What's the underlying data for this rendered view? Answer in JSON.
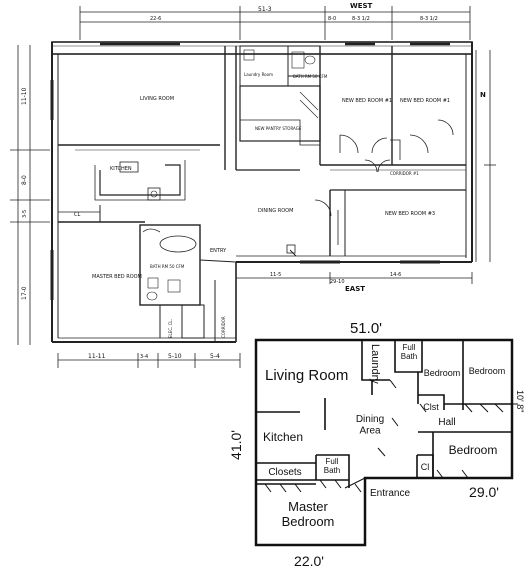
{
  "blueprint": {
    "compass": {
      "west": "WEST",
      "east": "EAST",
      "north": "N"
    },
    "dimensions": {
      "overall_top": "51-3",
      "top_left": "22-6",
      "top_mid": "8-0",
      "top_right": "8-3 1/2",
      "top_far_right": "8-3 1/2",
      "left_upper": "11-10",
      "left_mid": "8-0",
      "left_small": "3-5",
      "left_lower": "17-0",
      "bottom_a": "11-11",
      "bottom_b": "3-4",
      "bottom_c": "5-10",
      "bottom_d": "5-4",
      "east_a": "11-5",
      "east_b": "14-6",
      "east_overall": "29-10"
    },
    "rooms": {
      "living": "LIVING ROOM",
      "kitchen": "KITCHEN",
      "dining": "DINING ROOM",
      "master": "MASTER BED ROOM",
      "bed1": "NEW BED ROOM #1",
      "bed2": "NEW BED ROOM #1",
      "bed3": "NEW BED ROOM #3",
      "bath_top": "BATH RM 50 CFM",
      "bath_mid": "BATH RM 50 CFM",
      "laundry": "Laundry Room",
      "pantry": "NEW PANTRY STORAGE",
      "corridor": "CORRIDOR #1",
      "entry": "ENTRY",
      "cl": "CL",
      "elec": "ELEC. CL.",
      "corridor_left": "CORRIDOR"
    }
  },
  "plan": {
    "dims": {
      "top": "51.0'",
      "left": "41.0'",
      "right": "29.0'",
      "bottom": "22.0'",
      "right_edge": "10' 8\""
    },
    "rooms": {
      "living": "Living Room",
      "laundry": "Laundry",
      "full_bath_top": "Full\nBath",
      "bedroom_a": "Bedroom",
      "bedroom_b": "Bedroom",
      "clst": "Clst",
      "dining": "Dining\nArea",
      "hall": "Hall",
      "kitchen": "Kitchen",
      "bedroom_c": "Bedroom",
      "cl": "Cl",
      "closets": "Closets",
      "full_bath_bottom": "Full\nBath",
      "entrance": "Entrance",
      "master": "Master\nBedroom"
    }
  }
}
